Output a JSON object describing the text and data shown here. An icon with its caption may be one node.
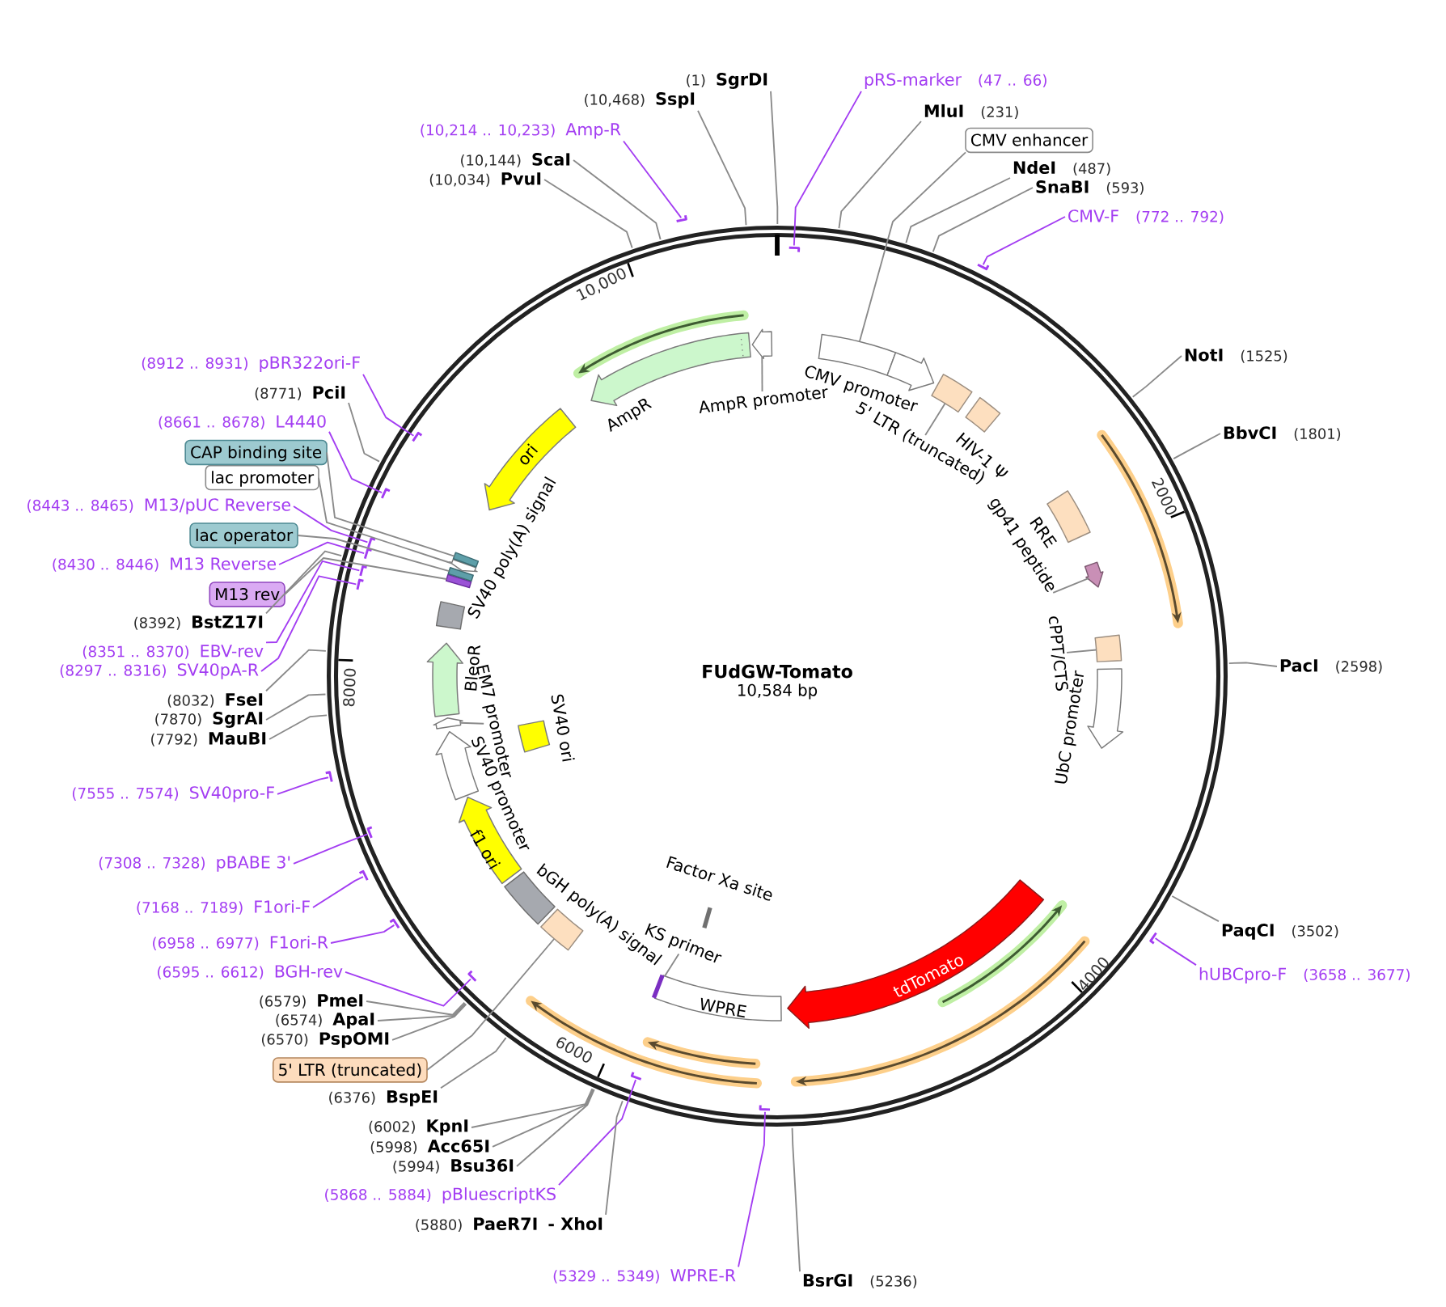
{
  "diagram": {
    "title": "FUdGW-Tomato",
    "nodes": [
      {
        "text": [
          "(1)",
          "SgrDI"
        ]
      },
      {
        "text": [
          "pRS-marker",
          "(47 .. 66)"
        ]
      },
      {
        "text": [
          "MluI",
          "(231)"
        ]
      },
      {
        "text": [
          "CMV enhancer"
        ]
      },
      {
        "text": [
          "NdeI",
          "(487)"
        ]
      },
      {
        "text": [
          "SnaBI",
          "(593)"
        ]
      },
      {
        "text": [
          "CMV-F",
          "(772 .. 792)"
        ]
      },
      {
        "text": [
          "NotI",
          "(1525)"
        ]
      },
      {
        "text": [
          "BbvCI",
          "(1801)"
        ]
      },
      {
        "text": [
          "PacI",
          "(2598)"
        ]
      },
      {
        "text": [
          "PaqCI",
          "(3502)"
        ]
      },
      {
        "text": [
          "hUBCpro-F",
          "(3658 .. 3677)"
        ]
      },
      {
        "text": [
          "BsrGI",
          "(5236)"
        ]
      },
      {
        "text": [
          "(5329 .. 5349)",
          "WPRE-R"
        ]
      },
      {
        "text": [
          "(5868 .. 5884)",
          "pBluescriptKS"
        ]
      },
      {
        "text": [
          "(5880)",
          "PaeR7I",
          "- XhoI"
        ]
      },
      {
        "text": [
          "(5994)",
          "Bsu36I"
        ]
      },
      {
        "text": [
          "(5998)",
          "Acc65I"
        ]
      },
      {
        "text": [
          "(6002)",
          "KpnI"
        ]
      },
      {
        "text": [
          "(6376)",
          "BspEI"
        ]
      },
      {
        "text": [
          "5' LTR (truncated)"
        ]
      },
      {
        "text": [
          "(6570)",
          "PspOMI"
        ]
      },
      {
        "text": [
          "(6574)",
          "ApaI"
        ]
      },
      {
        "text": [
          "(6579)",
          "PmeI"
        ]
      },
      {
        "text": [
          "(6595 .. 6612)",
          "BGH-rev"
        ]
      },
      {
        "text": [
          "(6958 .. 6977)",
          "F1ori-R"
        ]
      },
      {
        "text": [
          "(7168 .. 7189)",
          "F1ori-F"
        ]
      },
      {
        "text": [
          "(7308 .. 7328)",
          "pBABE 3'"
        ]
      },
      {
        "text": [
          "(7555 .. 7574)",
          "SV40pro-F"
        ]
      },
      {
        "text": [
          "(7792)",
          "MauBI"
        ]
      },
      {
        "text": [
          "(7870)",
          "SgrAI"
        ]
      },
      {
        "text": [
          "(8032)",
          "FseI"
        ]
      },
      {
        "text": [
          "(8297 .. 8316)",
          "SV40pA-R"
        ]
      },
      {
        "text": [
          "(8351 .. 8370)",
          "EBV-rev"
        ]
      },
      {
        "text": [
          "(8392)",
          "BstZ17I"
        ]
      },
      {
        "text": [
          "M13 rev"
        ]
      },
      {
        "text": [
          "(8430 .. 8446)",
          "M13 Reverse"
        ]
      },
      {
        "text": [
          "lac operator"
        ]
      },
      {
        "text": [
          "(8443 .. 8465)",
          "M13/pUC Reverse"
        ]
      },
      {
        "text": [
          "lac promoter"
        ]
      },
      {
        "text": [
          "CAP binding site"
        ]
      },
      {
        "text": [
          "(8661 .. 8678)",
          "L4440"
        ]
      },
      {
        "text": [
          "(8771)",
          "PciI"
        ]
      },
      {
        "text": [
          "(8912 .. 8931)",
          "pBR322ori-F"
        ]
      },
      {
        "text": [
          "(10,034)",
          "PvuI"
        ]
      },
      {
        "text": [
          "(10,144)",
          "ScaI"
        ]
      },
      {
        "text": [
          "(10,214 .. 10,233)",
          "Amp-R"
        ]
      },
      {
        "text": [
          "(10,468)",
          "SspI"
        ]
      },
      {
        "text": [
          "5' LTR (truncated)"
        ]
      },
      {
        "text": [
          "gp41 peptide"
        ]
      },
      {
        "text": [
          "cPPT/CTS"
        ]
      },
      {
        "text": [
          "KS primer"
        ]
      },
      {
        "text": [
          "EM7 promoter"
        ]
      },
      {
        "text": [
          "AmpR promoter"
        ]
      },
      {
        "text": [],
        "shape": "box"
      },
      {
        "text": [],
        "shape": "arrow",
        "beside": [
          "CMV promoter"
        ]
      },
      {
        "text": [],
        "shape": "box"
      },
      {
        "text": [],
        "shape": "box",
        "beside": [
          "HIV-1 Ψ"
        ]
      },
      {
        "text": [],
        "shape": "box",
        "beside": [
          "RRE"
        ]
      },
      {
        "text": [],
        "shape": "arrow"
      },
      {
        "text": [],
        "shape": "box"
      },
      {
        "text": [],
        "shape": "arrow",
        "beside": [
          "UbC promoter"
        ]
      },
      {
        "text": [
          "tdTomato"
        ]
      },
      {
        "text": [
          "WPRE"
        ]
      },
      {
        "text": [],
        "shape": "bar",
        "beside": [
          "Factor Xa site"
        ]
      },
      {
        "text": [],
        "shape": "bar"
      },
      {
        "text": [],
        "shape": "box"
      },
      {
        "text": [],
        "shape": "box",
        "beside": [
          "bGH poly(A) signal"
        ]
      },
      {
        "text": [
          "f1 ori"
        ]
      },
      {
        "text": [],
        "shape": "arrow",
        "beside": [
          "SV40 promoter"
        ]
      },
      {
        "text": [],
        "shape": "box",
        "beside": [
          "SV40 ori"
        ]
      },
      {
        "text": [],
        "shape": "arrow"
      },
      {
        "text": [],
        "shape": "arrow",
        "beside": [
          "BleoR"
        ]
      },
      {
        "text": [],
        "shape": "box",
        "beside": [
          "SV40 poly(A) signal"
        ]
      },
      {
        "text": [],
        "shape": "box"
      },
      {
        "text": [],
        "shape": "box"
      },
      {
        "text": [],
        "shape": "arrow"
      },
      {
        "text": [],
        "shape": "box"
      },
      {
        "text": [
          "ori"
        ]
      },
      {
        "text": [],
        "shape": "arrow",
        "beside": [
          "AmpR"
        ]
      },
      {
        "text": [],
        "shape": "arrow"
      },
      {
        "text": [],
        "shape": "bar"
      },
      {
        "text": [],
        "shape": "bar"
      },
      {
        "text": [],
        "shape": "bar"
      },
      {
        "text": [],
        "shape": "bar"
      },
      {
        "text": [],
        "shape": "bar"
      },
      {
        "text": [],
        "shape": "bar"
      },
      {
        "text": [],
        "shape": "bar"
      },
      {
        "text": [],
        "shape": "bar"
      },
      {
        "text": [],
        "shape": "bar"
      },
      {
        "text": [],
        "shape": "bar"
      },
      {
        "text": [],
        "shape": "bar"
      },
      {
        "text": [],
        "shape": "bar"
      },
      {
        "text": [],
        "shape": "bar"
      },
      {
        "text": [],
        "shape": "bar"
      },
      {
        "text": [],
        "shape": "bar"
      },
      {
        "text": [],
        "shape": "bar"
      },
      {
        "text": [],
        "shape": "bar"
      }
    ],
    "edges": [
      {
        "from": 0,
        "to": null,
        "arrow": "none"
      },
      {
        "from": 1,
        "to": 81,
        "arrow": "none",
        "color": "#a33df2"
      },
      {
        "from": 2,
        "to": null,
        "arrow": "none"
      },
      {
        "from": 3,
        "to": 54,
        "arrow": "none"
      },
      {
        "from": 4,
        "to": null,
        "arrow": "none"
      },
      {
        "from": 5,
        "to": null,
        "arrow": "none"
      },
      {
        "from": 6,
        "to": 82,
        "arrow": "none",
        "color": "#a33df2"
      },
      {
        "from": 7,
        "to": null,
        "arrow": "none"
      },
      {
        "from": 8,
        "to": null,
        "arrow": "none"
      },
      {
        "from": 9,
        "to": null,
        "arrow": "none"
      },
      {
        "from": 10,
        "to": null,
        "arrow": "none"
      },
      {
        "from": 11,
        "to": 83,
        "arrow": "none",
        "color": "#a33df2"
      },
      {
        "from": 12,
        "to": null,
        "arrow": "none"
      },
      {
        "from": 13,
        "to": 84,
        "arrow": "none",
        "color": "#a33df2"
      },
      {
        "from": 14,
        "to": 85,
        "arrow": "none",
        "color": "#a33df2"
      },
      {
        "from": 15,
        "to": null,
        "arrow": "none"
      },
      {
        "from": 16,
        "to": null,
        "arrow": "none"
      },
      {
        "from": 17,
        "to": null,
        "arrow": "none"
      },
      {
        "from": 18,
        "to": null,
        "arrow": "none"
      },
      {
        "from": 19,
        "to": null,
        "arrow": "none"
      },
      {
        "from": 20,
        "to": 66,
        "arrow": "none"
      },
      {
        "from": 21,
        "to": null,
        "arrow": "none"
      },
      {
        "from": 22,
        "to": null,
        "arrow": "none"
      },
      {
        "from": 23,
        "to": null,
        "arrow": "none"
      },
      {
        "from": 24,
        "to": 86,
        "arrow": "none",
        "color": "#a33df2"
      },
      {
        "from": 25,
        "to": 87,
        "arrow": "none",
        "color": "#a33df2"
      },
      {
        "from": 26,
        "to": 88,
        "arrow": "none",
        "color": "#a33df2"
      },
      {
        "from": 27,
        "to": 89,
        "arrow": "none",
        "color": "#a33df2"
      },
      {
        "from": 28,
        "to": 90,
        "arrow": "none",
        "color": "#a33df2"
      },
      {
        "from": 29,
        "to": null,
        "arrow": "none"
      },
      {
        "from": 30,
        "to": null,
        "arrow": "none"
      },
      {
        "from": 31,
        "to": null,
        "arrow": "none"
      },
      {
        "from": 32,
        "to": 91,
        "arrow": "none",
        "color": "#a33df2"
      },
      {
        "from": 33,
        "to": 92,
        "arrow": "none",
        "color": "#a33df2"
      },
      {
        "from": 34,
        "to": null,
        "arrow": "none"
      },
      {
        "from": 35,
        "to": 74,
        "arrow": "none"
      },
      {
        "from": 36,
        "to": 93,
        "arrow": "none",
        "color": "#a33df2"
      },
      {
        "from": 37,
        "to": 75,
        "arrow": "none"
      },
      {
        "from": 38,
        "to": 94,
        "arrow": "none",
        "color": "#a33df2"
      },
      {
        "from": 39,
        "to": 76,
        "arrow": "none"
      },
      {
        "from": 40,
        "to": 77,
        "arrow": "none"
      },
      {
        "from": 41,
        "to": 95,
        "arrow": "none",
        "color": "#a33df2"
      },
      {
        "from": 42,
        "to": null,
        "arrow": "none"
      },
      {
        "from": 43,
        "to": 96,
        "arrow": "none",
        "color": "#a33df2"
      },
      {
        "from": 44,
        "to": null,
        "arrow": "none"
      },
      {
        "from": 45,
        "to": null,
        "arrow": "none"
      },
      {
        "from": 46,
        "to": 97,
        "arrow": "none",
        "color": "#a33df2"
      },
      {
        "from": 47,
        "to": null,
        "arrow": "none"
      },
      {
        "from": 48,
        "to": 56,
        "arrow": "none"
      },
      {
        "from": 49,
        "to": 59,
        "arrow": "none"
      },
      {
        "from": 50,
        "to": 60,
        "arrow": "none"
      },
      {
        "from": 51,
        "to": 65,
        "arrow": "none"
      },
      {
        "from": 52,
        "to": 71,
        "arrow": "none"
      },
      {
        "from": 53,
        "to": 80,
        "arrow": "none"
      }
    ],
    "labels": [
      "10,000",
      "2000",
      "8000",
      "10,584 bp",
      "4000",
      "6000"
    ]
  }
}
